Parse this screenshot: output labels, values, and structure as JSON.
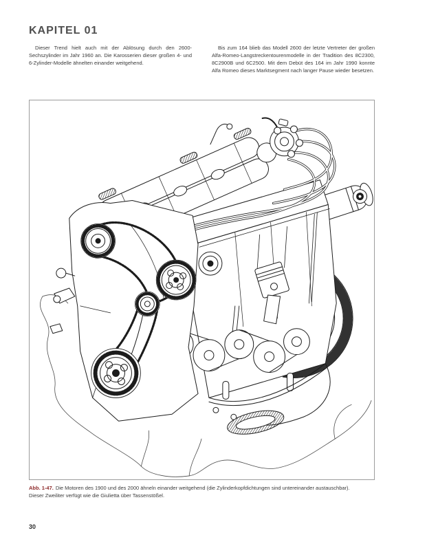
{
  "page": {
    "title": "KAPITEL 01",
    "page_number": "30"
  },
  "columns": {
    "left": "Dieser Trend hielt auch mit der Ablösung durch den 2600-Sechszylinder im Jahr 1960 an. Die Karosserien dieser großen 4- und 6-Zylinder-Modelle ähnelten einander weitgehend.",
    "right": "Bis zum 164 blieb das Modell 2600 der letzte Vertreter der großen Alfa-Romeo-Langstreckentourenmodelle in der Tradition des 8C2300, 8C2900B und 6C2500. Mit dem Debüt des 164 im Jahr 1990 konnte Alfa Romeo dieses Marktsegment nach langer Pause wieder besetzen."
  },
  "figure": {
    "caption_label": "Abb. 1-47.",
    "caption_line1": "Die Motoren des 1900 und des 2000 ähneln einander weitgehend (die Zylinderkopfdichtungen sind untereinander austauschbar).",
    "caption_line2": "Dieser Zweiliter verfügt wie die Giulietta über Tassenstößel."
  },
  "colors": {
    "caption_label": "#8e2a2a",
    "title": "#4f4f4f",
    "body_text": "#3a3a3a",
    "frame_border": "#9c9c9c",
    "line_art": "#1c1c1c"
  }
}
